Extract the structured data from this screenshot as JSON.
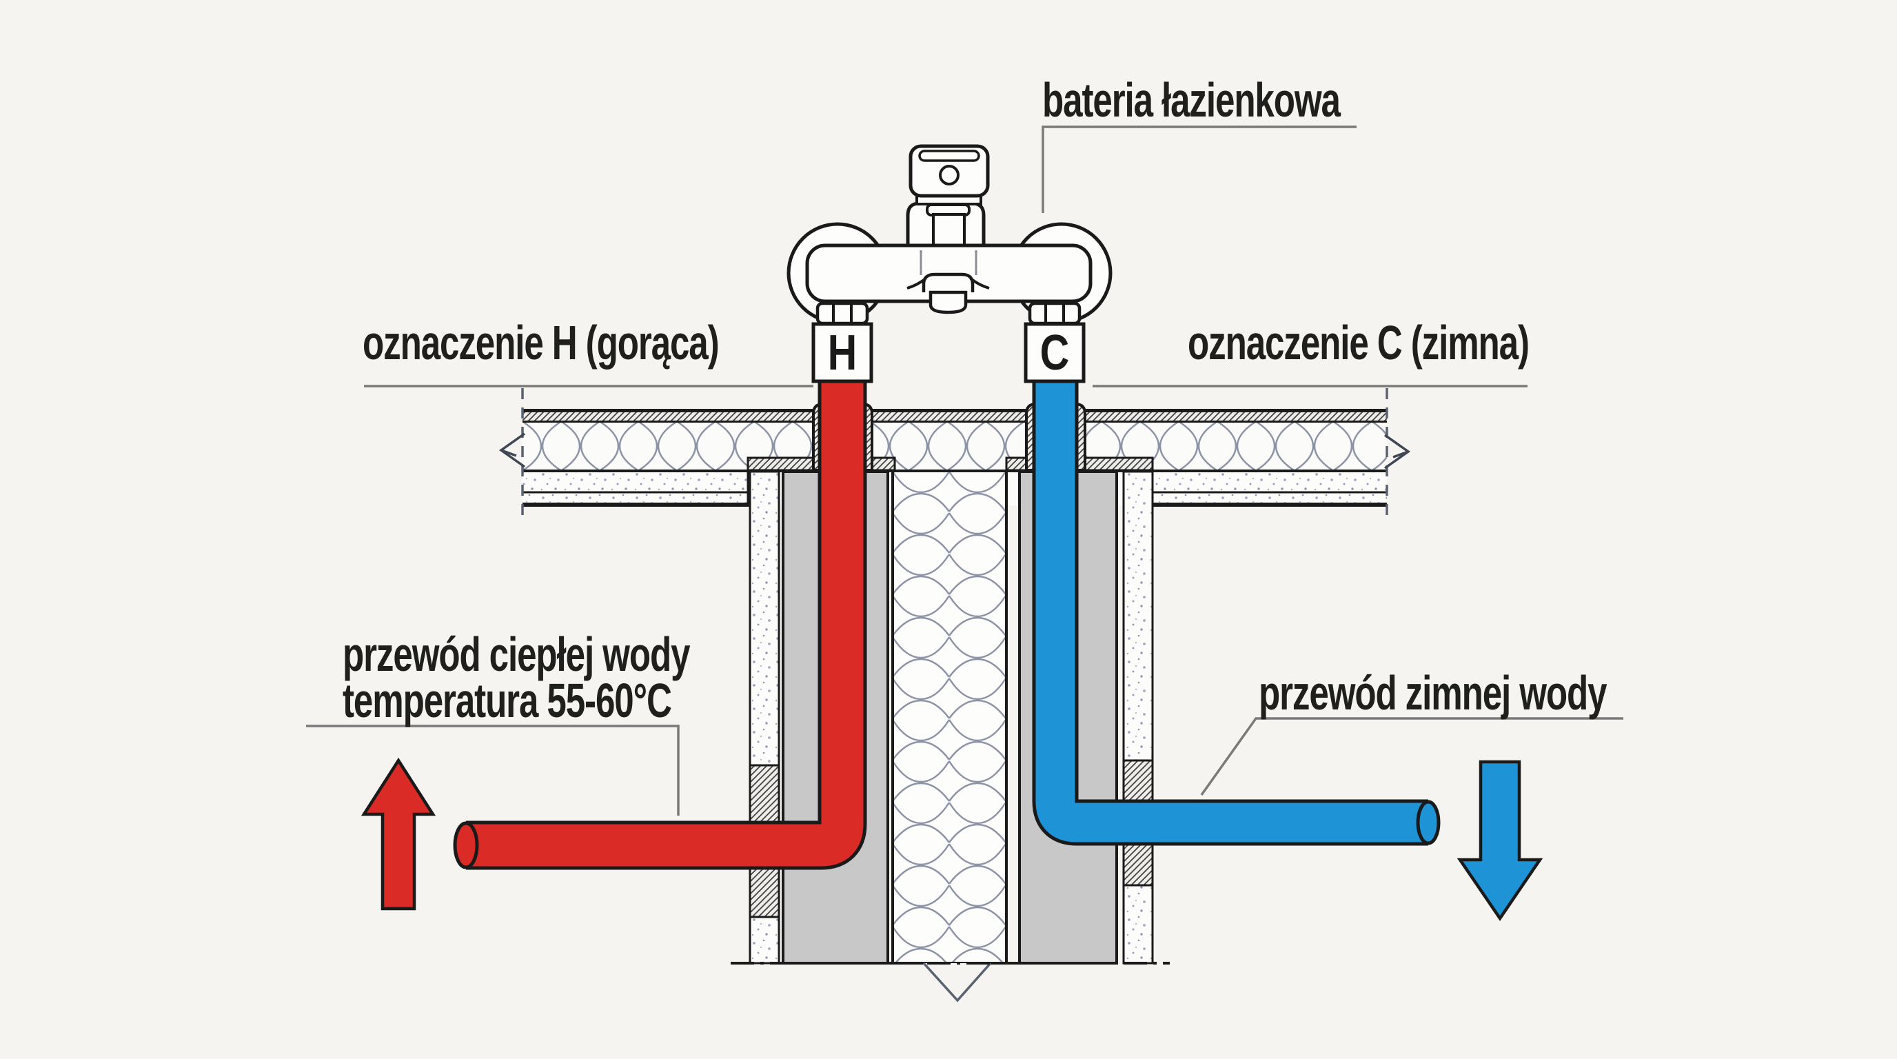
{
  "diagram_title": "bathroom water supply installation cross-section",
  "labels": {
    "faucet": "bateria łazienkowa",
    "hot_marking": "oznaczenie H (gorąca)",
    "cold_marking": "oznaczenie C (zimna)",
    "hot_pipe_line1": "przewód ciepłej wody",
    "hot_pipe_line2": "temperatura 55-60°C",
    "cold_pipe": "przewód zimnej wody",
    "hot_letter": "H",
    "cold_letter": "C"
  },
  "colors": {
    "hot": "#da2b26",
    "cold": "#1e93d6",
    "line": "#1a1a1a",
    "wall_gray": "#c8c8c8",
    "leader": "#7a7a7a",
    "background": "#f5f4f1"
  }
}
